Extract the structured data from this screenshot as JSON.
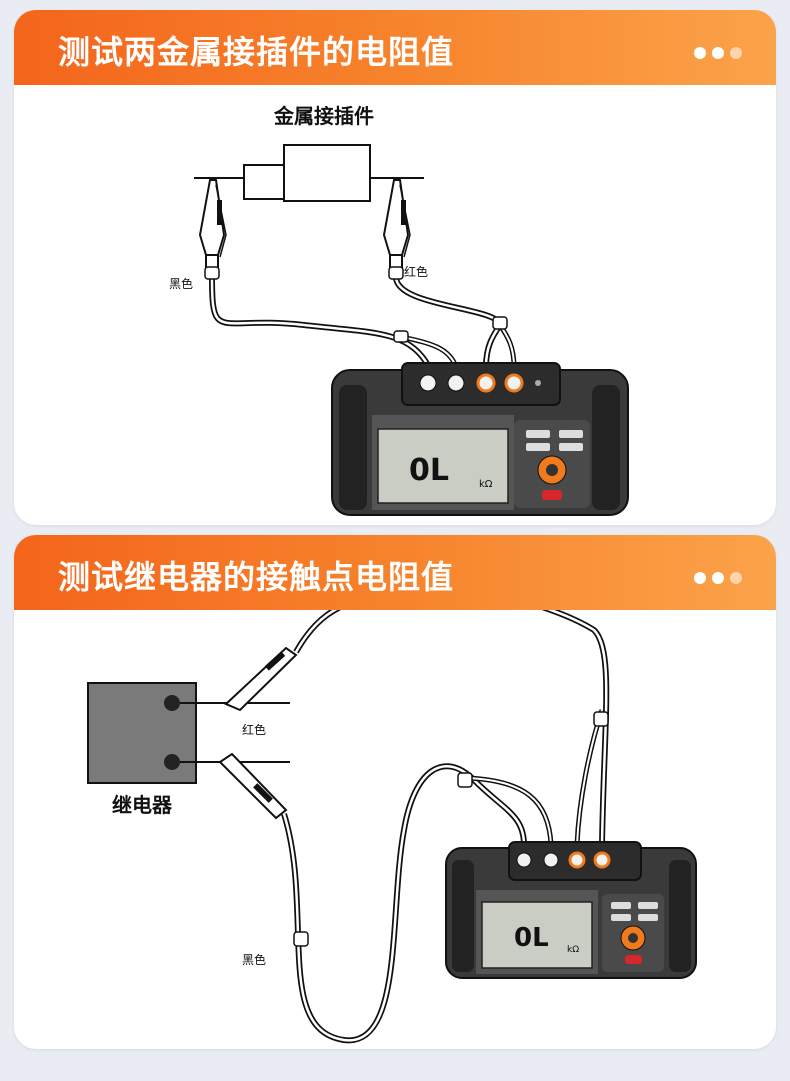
{
  "section1": {
    "title": "测试两金属接插件的电阻值",
    "diagram": {
      "component_label": "金属接插件",
      "black_lead_label": "黑色",
      "red_lead_label": "红色",
      "display_reading": "0L",
      "display_unit": "kΩ"
    }
  },
  "section2": {
    "title": "测试继电器的接触点电阻值",
    "diagram": {
      "component_label": "继电器",
      "red_lead_label": "红色",
      "black_lead_label": "黑色",
      "display_reading": "0L",
      "display_unit": "kΩ"
    }
  },
  "colors": {
    "header_start": "#f4651b",
    "header_end": "#fba34a",
    "accent_orange": "#f07a1c",
    "page_bg": "#e9ecf3",
    "lcd_bg": "#c9cdc4"
  }
}
